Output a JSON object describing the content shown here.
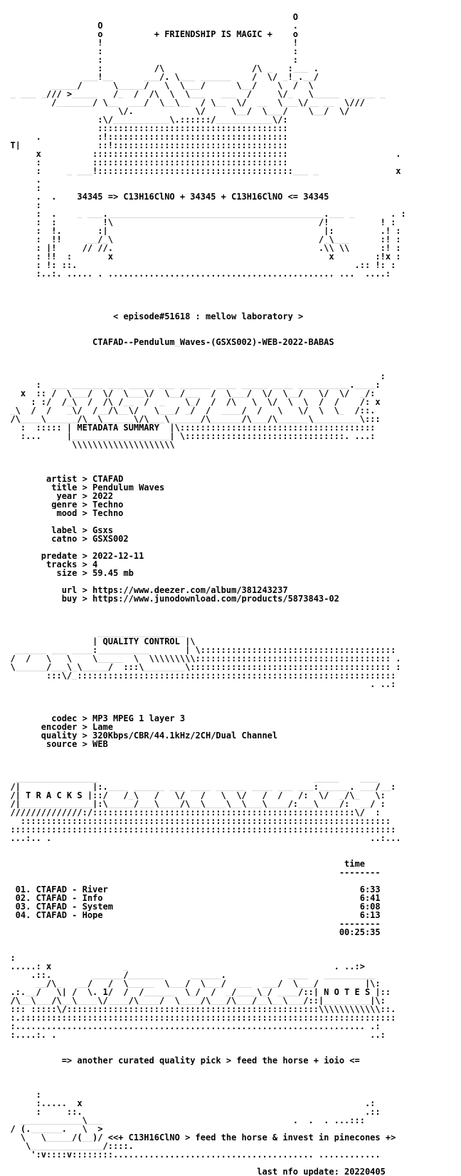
{
  "document": {
    "background": "#ffffff",
    "text_color": "#000000",
    "lines": [
      "",
      "                                                         O",
      "                   O                                     .",
      "                   o          + FRIENDSHIP IS MAGIC +    o",
      "                   !                                     !",
      "                   :                                     :",
      "                   :                                     :",
      "                   :          /\\                 /\\ _   :___ .",
      "                ___!__      ___/. \\___ ______    /  \\/ _!_.__/",
      "          _____/      \\_____/   \\  \\___/      \\__/    \\  /  \\",
      "  _ ___ _/// >_____   /_  /  /\\  \\  \\___   ___  /     \\/_   \\_____  _ ___ _",
      "          /_______/ \\__  ___/  \\__\\__  / \\__  \\/  __  \\___\\/__ __  \\///",
      "                       \\/.            \\/     \\__/  \\___/    \\__/  \\/",
      "                   :\\/___________\\.::::::/___________\\/:",
      "                   :::::::::::::::::::::::::::::::::::::",
      "       .           :!:::::::::::::::::::::::::::::::::::",
      "  T|               ::!::::::::::::::::::::::::::::::::::",
      "       x          ::::::::::::::::::::::::::::::::::::::                     .",
      "       :          ::::::::::::::::::::::::::::::::::::::",
      "       :     _ ___!::::::::::::::::::::::::::::::::::::::___ _               x",
      "       .",
      "       :",
      "       .  .    34345 => C13H16ClNO + 34345 + C13H16ClNO <= 34345",
      "       :",
      "       :  .    _ ___.__________________________________________.___ _       . :",
      "       :  :         !\\                                        /!          ! :",
      "       :  !.       :|                                          |:         .! :",
      "       :  !!     __/_\\                                        /_\\___      :! :",
      "       : |!     // //.                                        .\\\\ \\\\      :! :",
      "       : !!  :       x                                          x        :!x :",
      "       : !: ::.                                                      .:: !: :",
      "       :..:. ..... . ............................................ ...  ....:",
      "",
      "",
      "",
      "",
      "                      < episode#51618 : mellow laboratory >",
      "",
      "",
      "                  CTAFAD--Pendulum_Waves-(GSXS002)-WEB-2022-BABAS",
      "",
      "",
      "",
      "                                                                          :",
      "       :  ___ ______ ___ _____ ___ ______ ____ _____ ____ __________.____:",
      "    x  :: /  \\___/  \\/  \\___\\/  \\__/___  /  \\___/  \\/  \\__/   \\/  \\/  _/:",
      "      : :/  /_\\  /  /\\ /__  /  _    \\_/  /  /\\   \\  \\/  \\  \\  /  /    /: x",
      "  _\\  /  /   _\\/  /__/\\__\\/   \\___/ _/  /  ____/  /   \\   \\/  \\  \\_  /::.",
      "  /\\____\\______/\\__\\______\\/\\___\\______/\\______/\\___/\\______\\_________\\:::",
      "    :  ::::: | METADATA SUMMARY  |\\::::::::::::::::::::::::::::::::::::::",
      "    :...     |___________________| \\:::::::::::::::::::::::::::::::. ...:",
      "              \\\\\\\\\\\\\\\\\\\\\\\\\\\\\\\\\\\\\\\\",
      "",
      "",
      "",
      "         artist > CTAFAD",
      "          title > Pendulum Waves",
      "           year > 2022",
      "          genre > Techno",
      "           mood > Techno",
      "",
      "          label > Gsxs",
      "          catno > GSXS002",
      "",
      "        predate > 2022-12-11",
      "         tracks > 4",
      "           size > 59.45 mb",
      "",
      "            url > https://www.deezer.com/album/381243237",
      "            buy > https://www.junodownload.com/products/5873843-02",
      "",
      "",
      "",
      "                   _________________",
      "                  | QUALITY CONTROL |\\",
      "   ______ ___ ____:__________       | \\::::::::::::::::::::::::::::::::::::::",
      "  /  /   \\   \\    \\_____  \\  \\\\\\\\\\\\\\\\\\:::::::::::::::::::::::::::::::::::::: .",
      "  \\______/___\\_\\_____/  :::\\________\\::::::::::::::::::::::::::::::::::::::: :",
      "         :::\\/_::::::::::::::::::::::::::::::::::::::::::::::::::::::::::::::",
      "                                                                        . ..:",
      "",
      "",
      "",
      "          codec > MP3 MPEG 1 layer 3",
      "        encoder > Lame",
      "        quality > 320Kbps/CBR/44.1kHz/2CH/Dual Channel",
      "         source > WEB",
      "",
      "",
      "",
      "   ________________                                          _____    ____",
      "  /|              |:.____ ______ ___ ____ ______ ____ ___ ___:______. ___/__:",
      "  /| T R A C K S |::/   /_\\   /   \\/   /   \\  \\/   /  /   /:  \\/  _/\\_   \\:",
      "  /|______________|:\\_____/___\\____/\\__\\____\\__\\___\\____/:___\\____/:  __/ :",
      "  //////////////:/:::::::::::::::::::::::::::::::::::::::::::::::::::\\/  :",
      "    ::::::::::::::::::::::::::::::::::::::::::::::::::::::::::::::::::::::::",
      "  :::::::::::::::::::::::::::::::::::::::::::::::::::::::::::::::::::::::::::",
      "  ...:.. .                                                              ..:...",
      "",
      "",
      "                                                                   time",
      "                                                                  --------",
      "",
      "   01. CTAFAD - River                                                 6:33",
      "   02. CTAFAD - Info                                                  6:41",
      "   03. CTAFAD - System                                                6:08",
      "   04. CTAFAD - Hope                                                  6:13",
      "                                                                  --------",
      "                                                                  00:25:35",
      "",
      "",
      "  :",
      "  .....: x              _                                        . ..:>",
      "      .::.        ______/_______     ______.            ____   __________",
      "       __/\\_   __/   /  \\_____  \\___/  \\___/  ___  ___/  \\___/         |\\:",
      "  .:.__/   \\| /  \\. 1/  /  /______  \\_/  /  _/____\\_/ ____/::| N O T E S |::",
      "  /\\__\\___/\\__\\____\\/____/\\____/  \\____/\\___/\\___/__\\__\\___/::|_________|\\:",
      "  ::: :::::\\/:::::::::::::::::::::::::::::::::::::::::::::::::\\\\\\\\\\\\\\\\\\\\\\\\::.",
      "  :.:::::::::::::::::::::::::::::::::::::::::::::::::::::::::::::::::::::::::",
      "  :.................................................................... .:",
      "  :....:. .                                                             ..:",
      "",
      "",
      "            => another curated quality pick > feed the horse + ioio <=",
      "",
      "",
      "",
      "       :",
      "       :.....  x                                                       .:",
      "       :     ::.                                                       .::",
      "    ____________\\___                                     .  .  . ...:::",
      "  / (.______.   \\  >",
      "    \\   \\_____/(__)/ <<+ C13H16ClNO > feed the horse & invest in pinecones +>",
      "     \\______________/::::.",
      "      ':v::::v::::::::....................................... ............",
      "",
      "                                                  last nfo update: 20220405"
    ]
  }
}
